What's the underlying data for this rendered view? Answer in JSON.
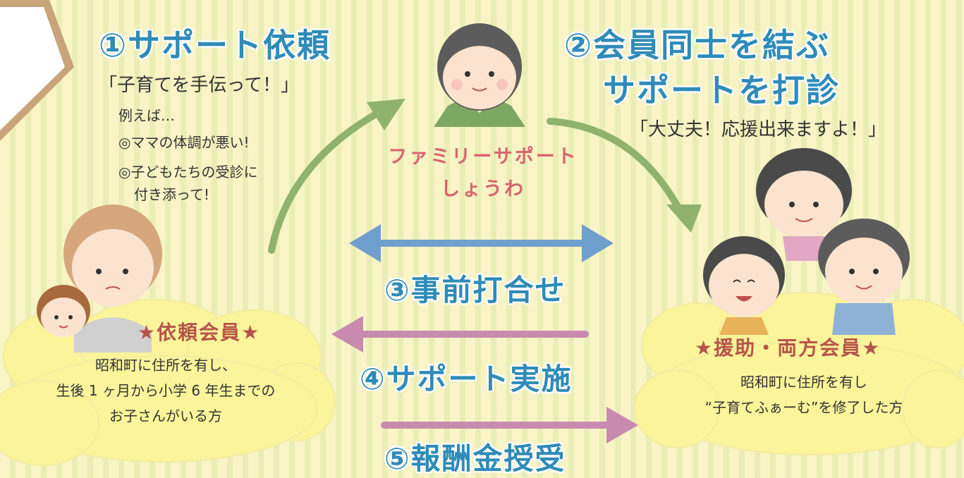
{
  "steps": {
    "step1": {
      "title": "①サポート依頼",
      "quote": "「子育てを手伝って！」"
    },
    "step2": {
      "title_line1": "②会員同士を結ぶ",
      "title_line2": "サポートを打診",
      "quote": "「大丈夫！応援出来ますよ！」"
    },
    "step3": {
      "title": "③事前打合せ"
    },
    "step4": {
      "title": "④サポート実施"
    },
    "step5": {
      "title": "⑤報酬金授受"
    }
  },
  "examples": {
    "lead": "例えば…",
    "item1": "◎ママの体調が悪い!",
    "item2_line1": "◎子どもたちの受診に",
    "item2_line2": "付き添って!"
  },
  "hub": {
    "line1": "ファミリーサポート",
    "line2": "しょうわ"
  },
  "requester": {
    "title": "★依頼会員★",
    "desc_line1": "昭和町に住所を有し、",
    "desc_line2": "生後 1 ヶ月から小学 6 年生までの",
    "desc_line3": "お子さんがいる方"
  },
  "helper": {
    "title": "★援助・両方会員★",
    "desc_line1": "昭和町に住所を有し",
    "desc_line2": "“子育てふぁーむ”を修了した方"
  },
  "colors": {
    "heading": "#2f8bb8",
    "arrow_green": "#8fb26e",
    "arrow_blue": "#6f9fcc",
    "arrow_pink": "#c98ab0",
    "cloud": "#fbf49a",
    "hub_text": "#d9636f",
    "member_title": "#b5544a"
  }
}
